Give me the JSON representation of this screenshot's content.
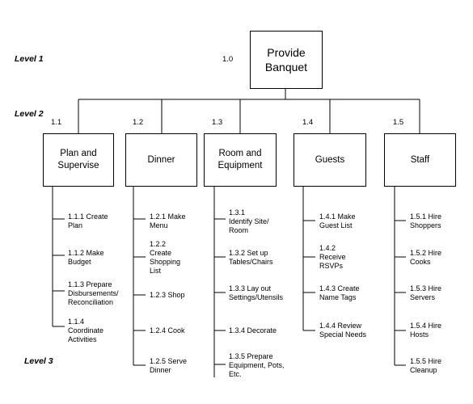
{
  "levels": {
    "level1": "Level 1",
    "level2": "Level 2",
    "level3": "Level 3"
  },
  "root": {
    "number": "1.0",
    "label": "Provide\nBanquet"
  },
  "columns": [
    {
      "number": "1.1",
      "label": "Plan and\nSupervise",
      "items": [
        "1.1.1 Create\nPlan",
        "1.1.2 Make\nBudget",
        "1.1.3 Prepare\nDisbursements/\nReconciliation",
        "1.1.4\nCoordinate\nActivities"
      ]
    },
    {
      "number": "1.2",
      "label": "Dinner",
      "items": [
        "1.2.1 Make\nMenu",
        "1.2.2\nCreate\nShopping\nList",
        "1.2.3 Shop",
        "1.2.4 Cook",
        "1.2.5 Serve\nDinner"
      ]
    },
    {
      "number": "1.3",
      "label": "Room and\nEquipment",
      "items": [
        "1.3.1\nIdentify Site/\nRoom",
        "1.3.2 Set up\nTables/Chairs",
        "1.3.3 Lay out\nSettings/Utensils",
        "1.3.4 Decorate",
        "1.3.5 Prepare\nEquipment, Pots,\nEtc."
      ]
    },
    {
      "number": "1.4",
      "label": "Guests",
      "items": [
        "1.4.1 Make\nGuest List",
        "1.4.2\nReceive\nRSVPs",
        "1.4.3 Create\nName Tags",
        "1.4.4 Review\nSpecial Needs"
      ]
    },
    {
      "number": "1.5",
      "label": "Staff",
      "items": [
        "1.5.1 Hire\nShoppers",
        "1.5.2 Hire\nCooks",
        "1.5.3 Hire\nServers",
        "1.5.4 Hire\nHosts",
        "1.5.5 Hire\nCleanup"
      ]
    }
  ]
}
